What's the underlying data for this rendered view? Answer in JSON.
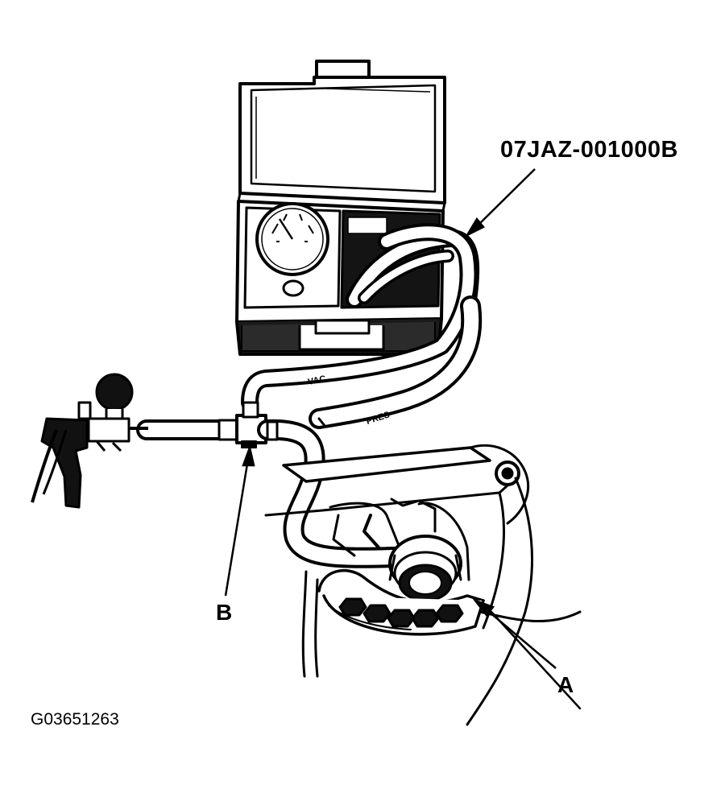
{
  "labels": {
    "part_number": "07JAZ-001000B",
    "point_a": "A",
    "point_b": "B",
    "figure_id": "G03651263"
  },
  "hose_markings": {
    "vac": "VAC",
    "pres": "PRES"
  },
  "colors": {
    "ink": "#000000",
    "paper": "#ffffff",
    "case_fill": "#1a1a1a"
  }
}
